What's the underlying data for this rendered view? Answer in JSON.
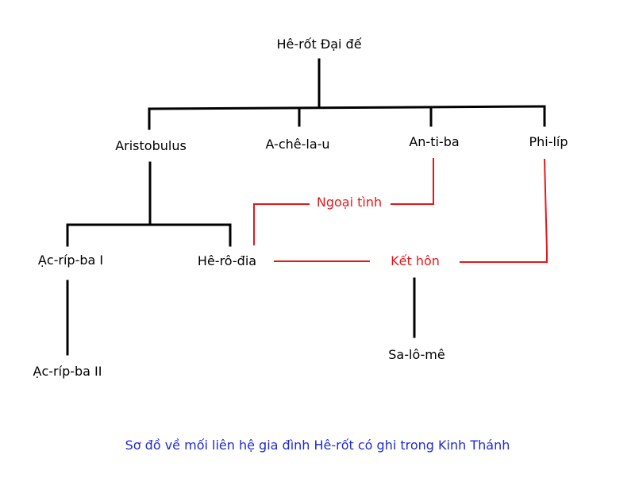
{
  "colors": {
    "node_text": "#000000",
    "tree_line": "#000000",
    "relation": "#e8161b",
    "caption": "#1f2bd6"
  },
  "nodes": {
    "herod_the_great": "Hê-rốt Đại đế",
    "aristobulus": "Aristobulus",
    "archelaus": "A-chê-la-u",
    "antipas": "An-ti-ba",
    "philip": "Phi-líp",
    "agrippa_1": "Ạc-ríp-ba I",
    "herodias": "Hê-rô-đia",
    "agrippa_2": "Ạc-ríp-ba II",
    "salome": "Sa-lô-mê"
  },
  "relations": {
    "adultery": "Ngoại tình",
    "marriage": "Kết hôn"
  },
  "caption": "Sơ đồ về mối liên hệ gia đình Hê-rốt có ghi trong Kinh Thánh"
}
